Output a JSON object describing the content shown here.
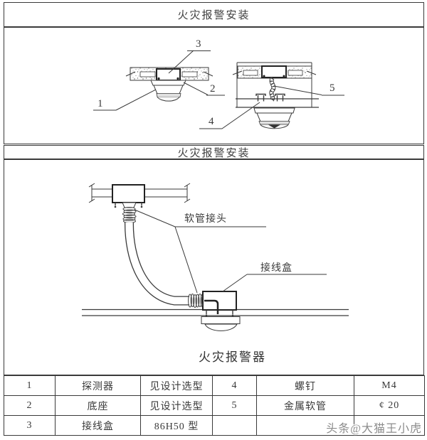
{
  "titles": {
    "section1": "火灾报警安装",
    "section2": "火灾报警安装"
  },
  "captions": {
    "figure": "火灾报警器"
  },
  "callouts": {
    "n1": "1",
    "n2": "2",
    "n3": "3",
    "n4": "4",
    "n5": "5"
  },
  "labels": {
    "hose_joint": "软管接头",
    "junction_box": "接线盒"
  },
  "table": {
    "rows": [
      [
        "1",
        "探测器",
        "见设计选型",
        "4",
        "螺钉",
        "M4"
      ],
      [
        "2",
        "底座",
        "见设计选型",
        "5",
        "金属软管",
        "¢ 20"
      ],
      [
        "3",
        "接线盒",
        "86H50 型",
        "",
        "",
        ""
      ]
    ]
  },
  "watermark": {
    "text": "头条@大猫王小虎"
  },
  "colors": {
    "line": "#3a3a3a",
    "text": "#3a3a3a",
    "watermark": "#8c8c8c"
  }
}
